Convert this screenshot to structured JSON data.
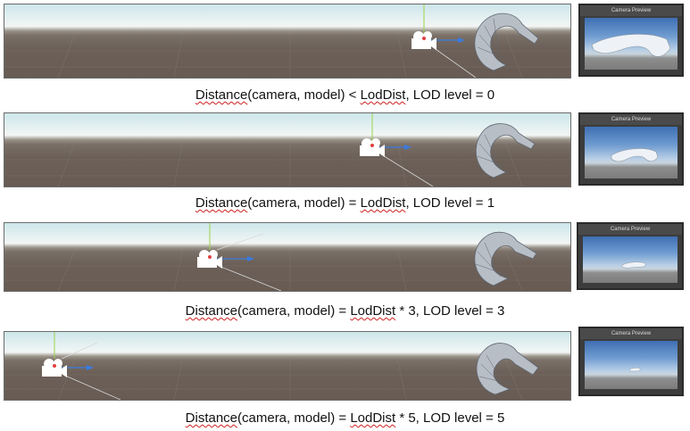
{
  "panel_title": "Camera Preview",
  "rows": [
    {
      "caption": {
        "prefix": "",
        "term1": "Distance",
        "mid1": "(camera, model) < ",
        "term2": "LodDist",
        "suffix": ", LOD level = 0"
      }
    },
    {
      "caption": {
        "prefix": "",
        "term1": "Distance",
        "mid1": "(camera, model) = ",
        "term2": "LodDist",
        "suffix": ", LOD level = 1"
      }
    },
    {
      "caption": {
        "prefix": "",
        "term1": "Distance",
        "mid1": "(camera, model) = ",
        "term2": "LodDist",
        "suffix": " * 3, LOD level = 3"
      }
    },
    {
      "caption": {
        "prefix": "",
        "term1": "Distance",
        "mid1": "(camera, model) = ",
        "term2": "LodDist",
        "suffix": " * 5, LOD level = 5"
      }
    }
  ],
  "icons": {
    "camera": "camera-gizmo-icon",
    "model": "spiral-model-icon"
  }
}
